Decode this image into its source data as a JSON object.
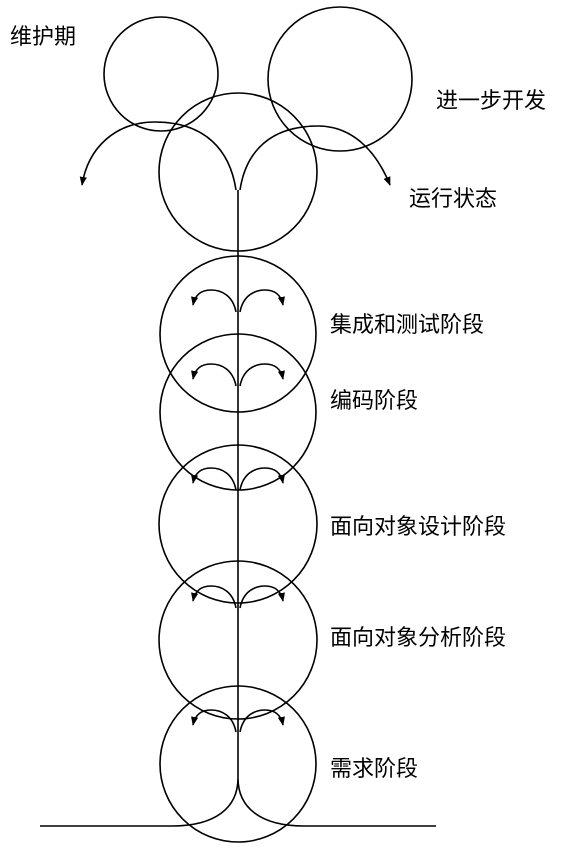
{
  "labels": {
    "maintenance": "维护期",
    "further_development": "进一步开发",
    "operation": "运行状态",
    "integration_testing": "集成和测试阶段",
    "coding": "编码阶段",
    "oo_design": "面向对象设计阶段",
    "oo_analysis": "面向对象分析阶段",
    "requirements": "需求阶段"
  }
}
